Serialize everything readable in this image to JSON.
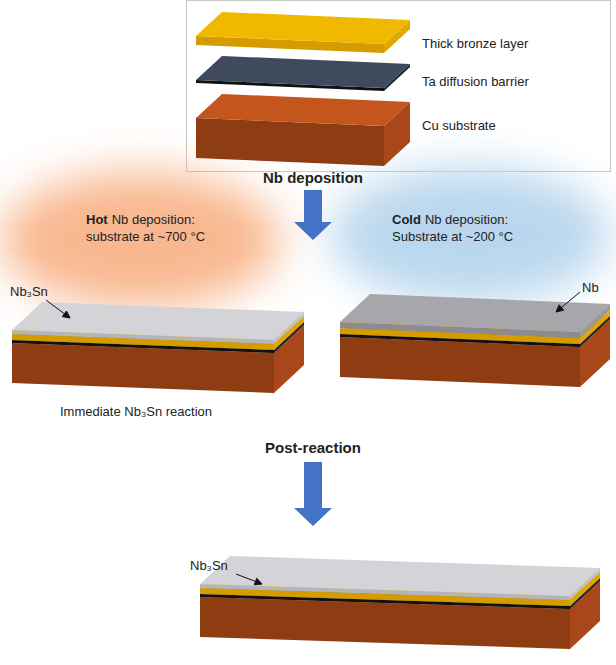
{
  "diagram": {
    "labels": [
      "Thick bronze layer",
      "Ta diffusion barrier",
      "Cu substrate",
      "Nb deposition",
      "Hot",
      "Nb deposition:",
      "substrate at ~700 °C",
      "Cold",
      "Nb deposition:",
      "Substrate at ~200 °C",
      "Nb₃Sn",
      "Immediate Nb₃Sn reaction",
      "Nb",
      "Post-reaction",
      "Nb₃Sn"
    ]
  }
}
